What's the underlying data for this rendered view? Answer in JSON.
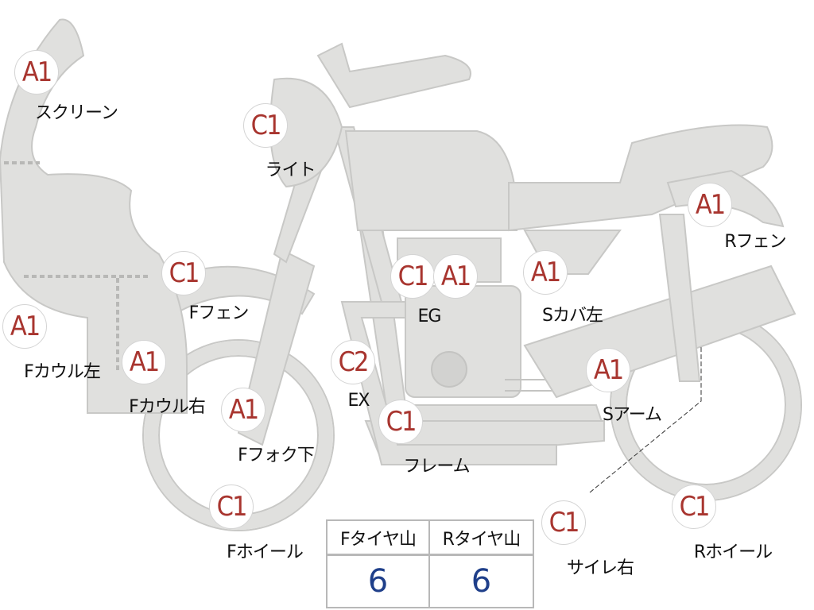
{
  "parts": [
    {
      "id": "screen",
      "grade": "A1",
      "label": "スクリーン"
    },
    {
      "id": "light",
      "grade": "C1",
      "label": "ライト"
    },
    {
      "id": "f-fender",
      "grade": "C1",
      "label": "Fフェン"
    },
    {
      "id": "f-cowl-left",
      "grade": "A1",
      "label": "Fカウル左"
    },
    {
      "id": "f-cowl-right",
      "grade": "A1",
      "label": "Fカウル右"
    },
    {
      "id": "f-fork",
      "grade": "A1",
      "label": "Fフォク下"
    },
    {
      "id": "f-wheel",
      "grade": "C1",
      "label": "Fホイール"
    },
    {
      "id": "engine",
      "grade": "C1",
      "grade2": "A1",
      "label": "EG"
    },
    {
      "id": "exhaust",
      "grade": "C2",
      "label": "EX"
    },
    {
      "id": "frame",
      "grade": "C1",
      "label": "フレーム"
    },
    {
      "id": "side-cover",
      "grade": "A1",
      "label": "Sカバ左"
    },
    {
      "id": "swing-arm",
      "grade": "A1",
      "label": "Sアーム"
    },
    {
      "id": "r-fender",
      "grade": "A1",
      "label": "Rフェン"
    },
    {
      "id": "r-wheel",
      "grade": "C1",
      "label": "Rホイール"
    },
    {
      "id": "silencer",
      "grade": "C1",
      "label": "サイレ右"
    }
  ],
  "tire_table": {
    "headers": [
      "Fタイヤ山",
      "Rタイヤ山"
    ],
    "values": [
      "6",
      "6"
    ]
  },
  "colors": {
    "grade_text": "#a8352f",
    "tire_value": "#1f3f8a",
    "part_fill": "#e0e0de"
  }
}
